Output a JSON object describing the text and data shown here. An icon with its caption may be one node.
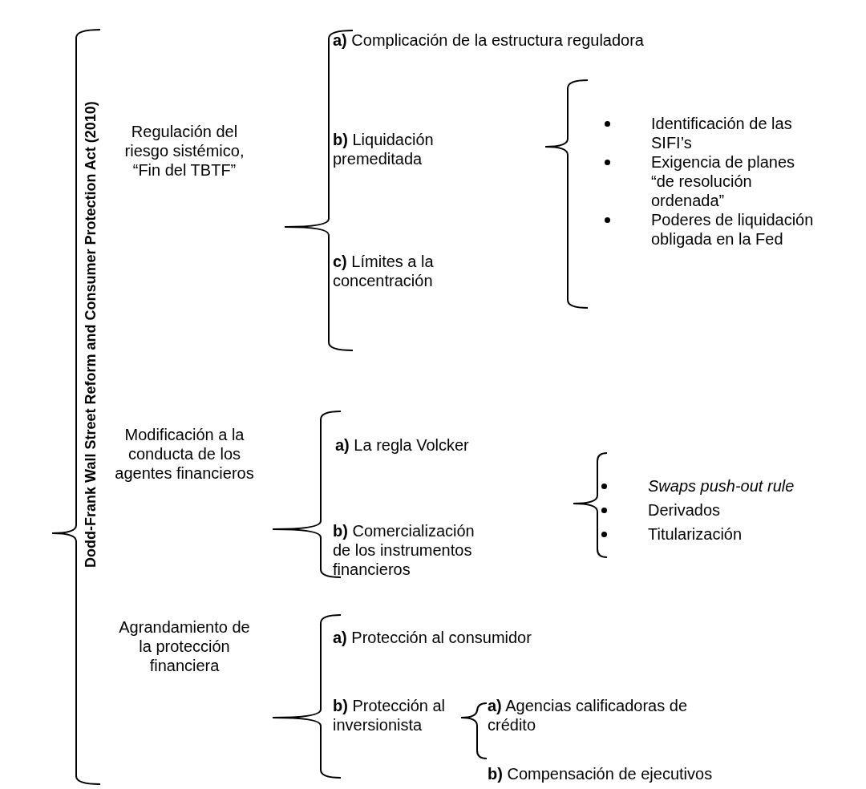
{
  "diagram": {
    "labels": [
      "Dodd-Frank Wall Street Reform and Consumer Protection Act (2010)",
      "Regulación del riesgo sistémico, “Fin del TBTF”",
      "**a)** Complicación de la estructura reguladora",
      "**b)** Liquidación premeditada",
      "**c)** Límites a la concentración",
      "Identificación de las SIFI’s",
      "Exigencia de planes “de resolución ordenada”",
      "Poderes de liquidación obligada en la Fed",
      "Modificación a la conducta de los agentes financieros",
      "**a)** La regla Volcker",
      "**b)** Comercialización de los instrumentos financieros",
      "Swaps push-out rule",
      "Derivados",
      "Titularización",
      "Agrandamiento de la protección financiera",
      "**a)** Protección al consumidor",
      "**b)** Protección al inversionista",
      "**a)** Agencias calificadoras de crédito",
      "**b)** Compensación de ejecutivos"
    ]
  }
}
